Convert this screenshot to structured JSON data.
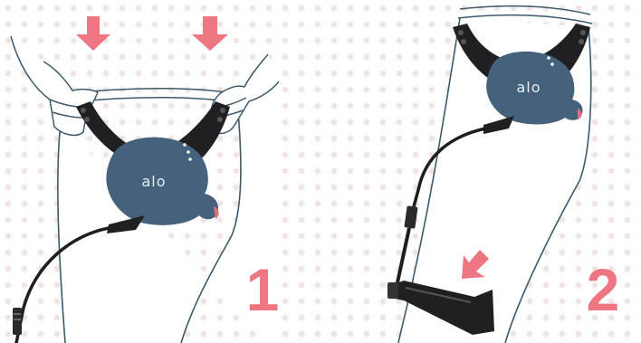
{
  "colors": {
    "accent": "#ee7682",
    "outline": "#3d5a6c",
    "device": "#44627c",
    "strap": "#202022",
    "cable": "#1e1e1e",
    "pattern": "#ead9d9",
    "logo": "#e9eef3",
    "tip": "#e46e7d"
  },
  "steps": [
    {
      "number": "1",
      "logo": "alo",
      "arrows": [
        "down-arrow-left",
        "down-arrow-right"
      ]
    },
    {
      "number": "2",
      "logo": "alo",
      "arrows": [
        "diagonal-arrow"
      ]
    }
  ],
  "icons": [
    "down-arrow-icon",
    "diagonal-arrow-icon"
  ]
}
